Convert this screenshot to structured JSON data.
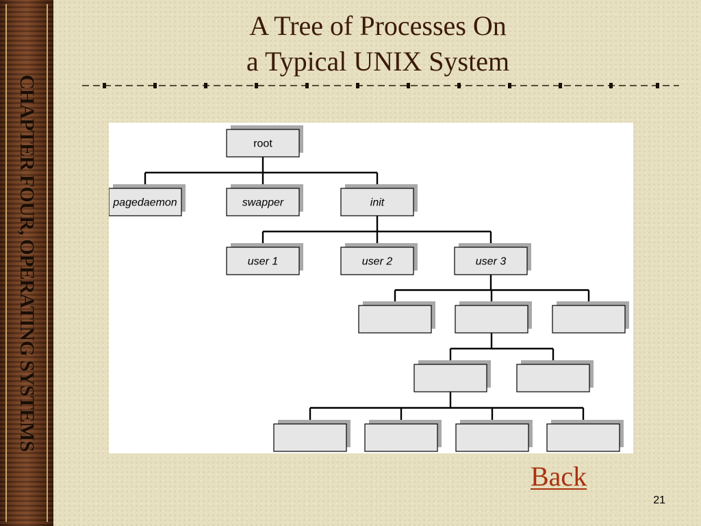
{
  "sidebar": {
    "text": "CHAPTER FOUR, OPERATING SYSTEMS"
  },
  "slide": {
    "title_line1": "A Tree of Processes On",
    "title_line2": "a Typical UNIX System",
    "back_label": "Back",
    "page_number": "21"
  },
  "colors": {
    "title": "#3b1a08",
    "back_link": "#a8320f",
    "node_fill": "#e6e6e6",
    "background": "#e6dfc0"
  },
  "diagram": {
    "nodes": [
      {
        "id": "root",
        "label": "root",
        "italic": false
      },
      {
        "id": "pagedaemon",
        "label": "pagedaemon",
        "italic": true
      },
      {
        "id": "swapper",
        "label": "swapper",
        "italic": true
      },
      {
        "id": "init",
        "label": "init",
        "italic": true
      },
      {
        "id": "user1",
        "label": "user 1",
        "italic": true
      },
      {
        "id": "user2",
        "label": "user 2",
        "italic": true
      },
      {
        "id": "user3",
        "label": "user 3",
        "italic": true
      },
      {
        "id": "c1",
        "label": "",
        "italic": false
      },
      {
        "id": "c2",
        "label": "",
        "italic": false
      },
      {
        "id": "c3",
        "label": "",
        "italic": false
      },
      {
        "id": "d1",
        "label": "",
        "italic": false
      },
      {
        "id": "d2",
        "label": "",
        "italic": false
      },
      {
        "id": "e1",
        "label": "",
        "italic": false
      },
      {
        "id": "e2",
        "label": "",
        "italic": false
      },
      {
        "id": "e3",
        "label": "",
        "italic": false
      },
      {
        "id": "e4",
        "label": "",
        "italic": false
      }
    ],
    "edges": [
      [
        "root",
        "pagedaemon"
      ],
      [
        "root",
        "swapper"
      ],
      [
        "root",
        "init"
      ],
      [
        "init",
        "user1"
      ],
      [
        "init",
        "user2"
      ],
      [
        "init",
        "user3"
      ],
      [
        "user3",
        "c1"
      ],
      [
        "user3",
        "c2"
      ],
      [
        "user3",
        "c3"
      ],
      [
        "c2",
        "d1"
      ],
      [
        "c2",
        "d2"
      ],
      [
        "d1",
        "e1"
      ],
      [
        "d1",
        "e2"
      ],
      [
        "d1",
        "e3"
      ],
      [
        "d1",
        "e4"
      ]
    ]
  }
}
